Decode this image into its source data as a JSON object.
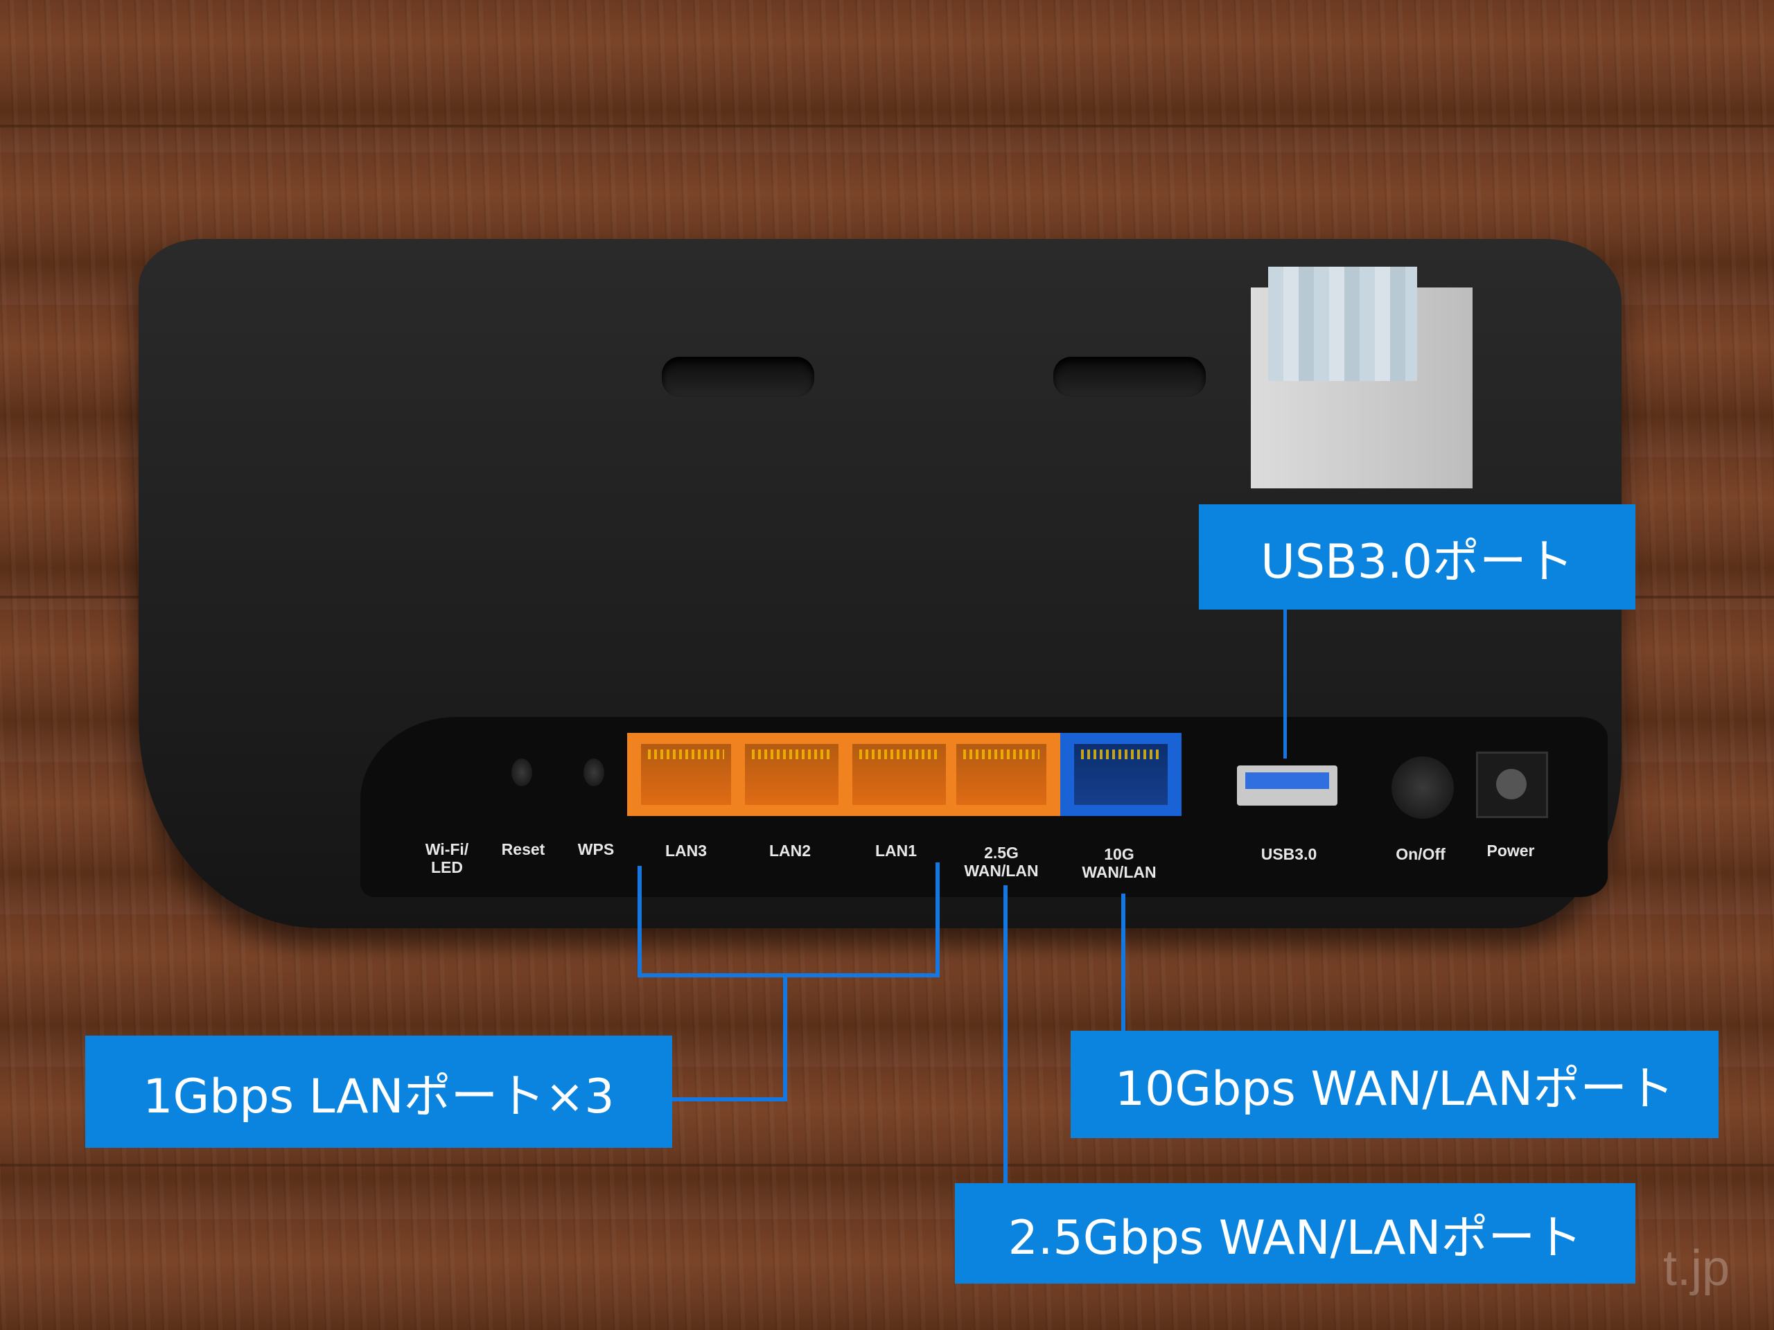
{
  "device": {
    "port_labels": {
      "wifi_led": "Wi-Fi/\nLED",
      "reset": "Reset",
      "wps": "WPS",
      "lan3": "LAN3",
      "lan2": "LAN2",
      "lan1": "LAN1",
      "wan25": "2.5G\nWAN/LAN",
      "wan10": "10G\nWAN/LAN",
      "usb": "USB3.0",
      "onoff": "On/Off",
      "power": "Power"
    },
    "colors": {
      "lan_port": "#f0821f",
      "wan10_port": "#1a63d6",
      "body": "#1f1f1f"
    }
  },
  "callouts": {
    "usb": "USB3.0ポート",
    "lan": "1Gbps LANポート×3",
    "wan10": "10Gbps WAN/LANポート",
    "wan25": "2.5Gbps WAN/LANポート",
    "color": "#0b84e0"
  },
  "watermark": "t.jp"
}
